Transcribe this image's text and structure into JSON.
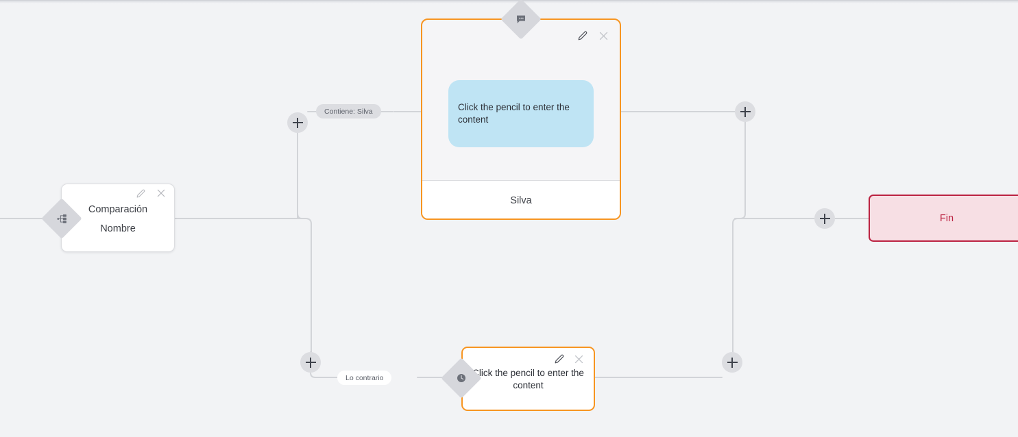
{
  "canvas": {
    "background_color": "#f2f3f5",
    "accent_orange": "#f79521",
    "end_border_color": "#bb2241",
    "end_fill_color": "#f7dfe4",
    "bubble_color": "#bfe4f4",
    "connector_color": "#d2d4d8"
  },
  "nodes": {
    "comparison": {
      "name": "comparison-node",
      "title": "Comparación",
      "subtitle": "Nombre",
      "badge_icon": "branch-split-icon",
      "edit_icon": "pencil-icon",
      "close_icon": "close-icon"
    },
    "message": {
      "name": "message-node",
      "badge_icon": "chat-bubble-icon",
      "edit_icon": "pencil-icon",
      "close_icon": "close-icon",
      "bubble_text": "Click the pencil to enter the content",
      "footer_label": "Silva"
    },
    "wait": {
      "name": "wait-node",
      "badge_icon": "clock-icon",
      "edit_icon": "pencil-icon",
      "close_icon": "close-icon",
      "body_text": "Click the pencil to enter the content"
    },
    "end": {
      "name": "end-node",
      "label": "Fin"
    }
  },
  "edge_labels": {
    "contains": "Contiene: Silva",
    "otherwise": "Lo contrario"
  },
  "add_buttons": [
    {
      "name": "add-node-top-left",
      "label": "+"
    },
    {
      "name": "add-node-top-right",
      "label": "+"
    },
    {
      "name": "add-node-bottom-left",
      "label": "+"
    },
    {
      "name": "add-node-bottom-right",
      "label": "+"
    },
    {
      "name": "add-node-before-end",
      "label": "+"
    }
  ]
}
